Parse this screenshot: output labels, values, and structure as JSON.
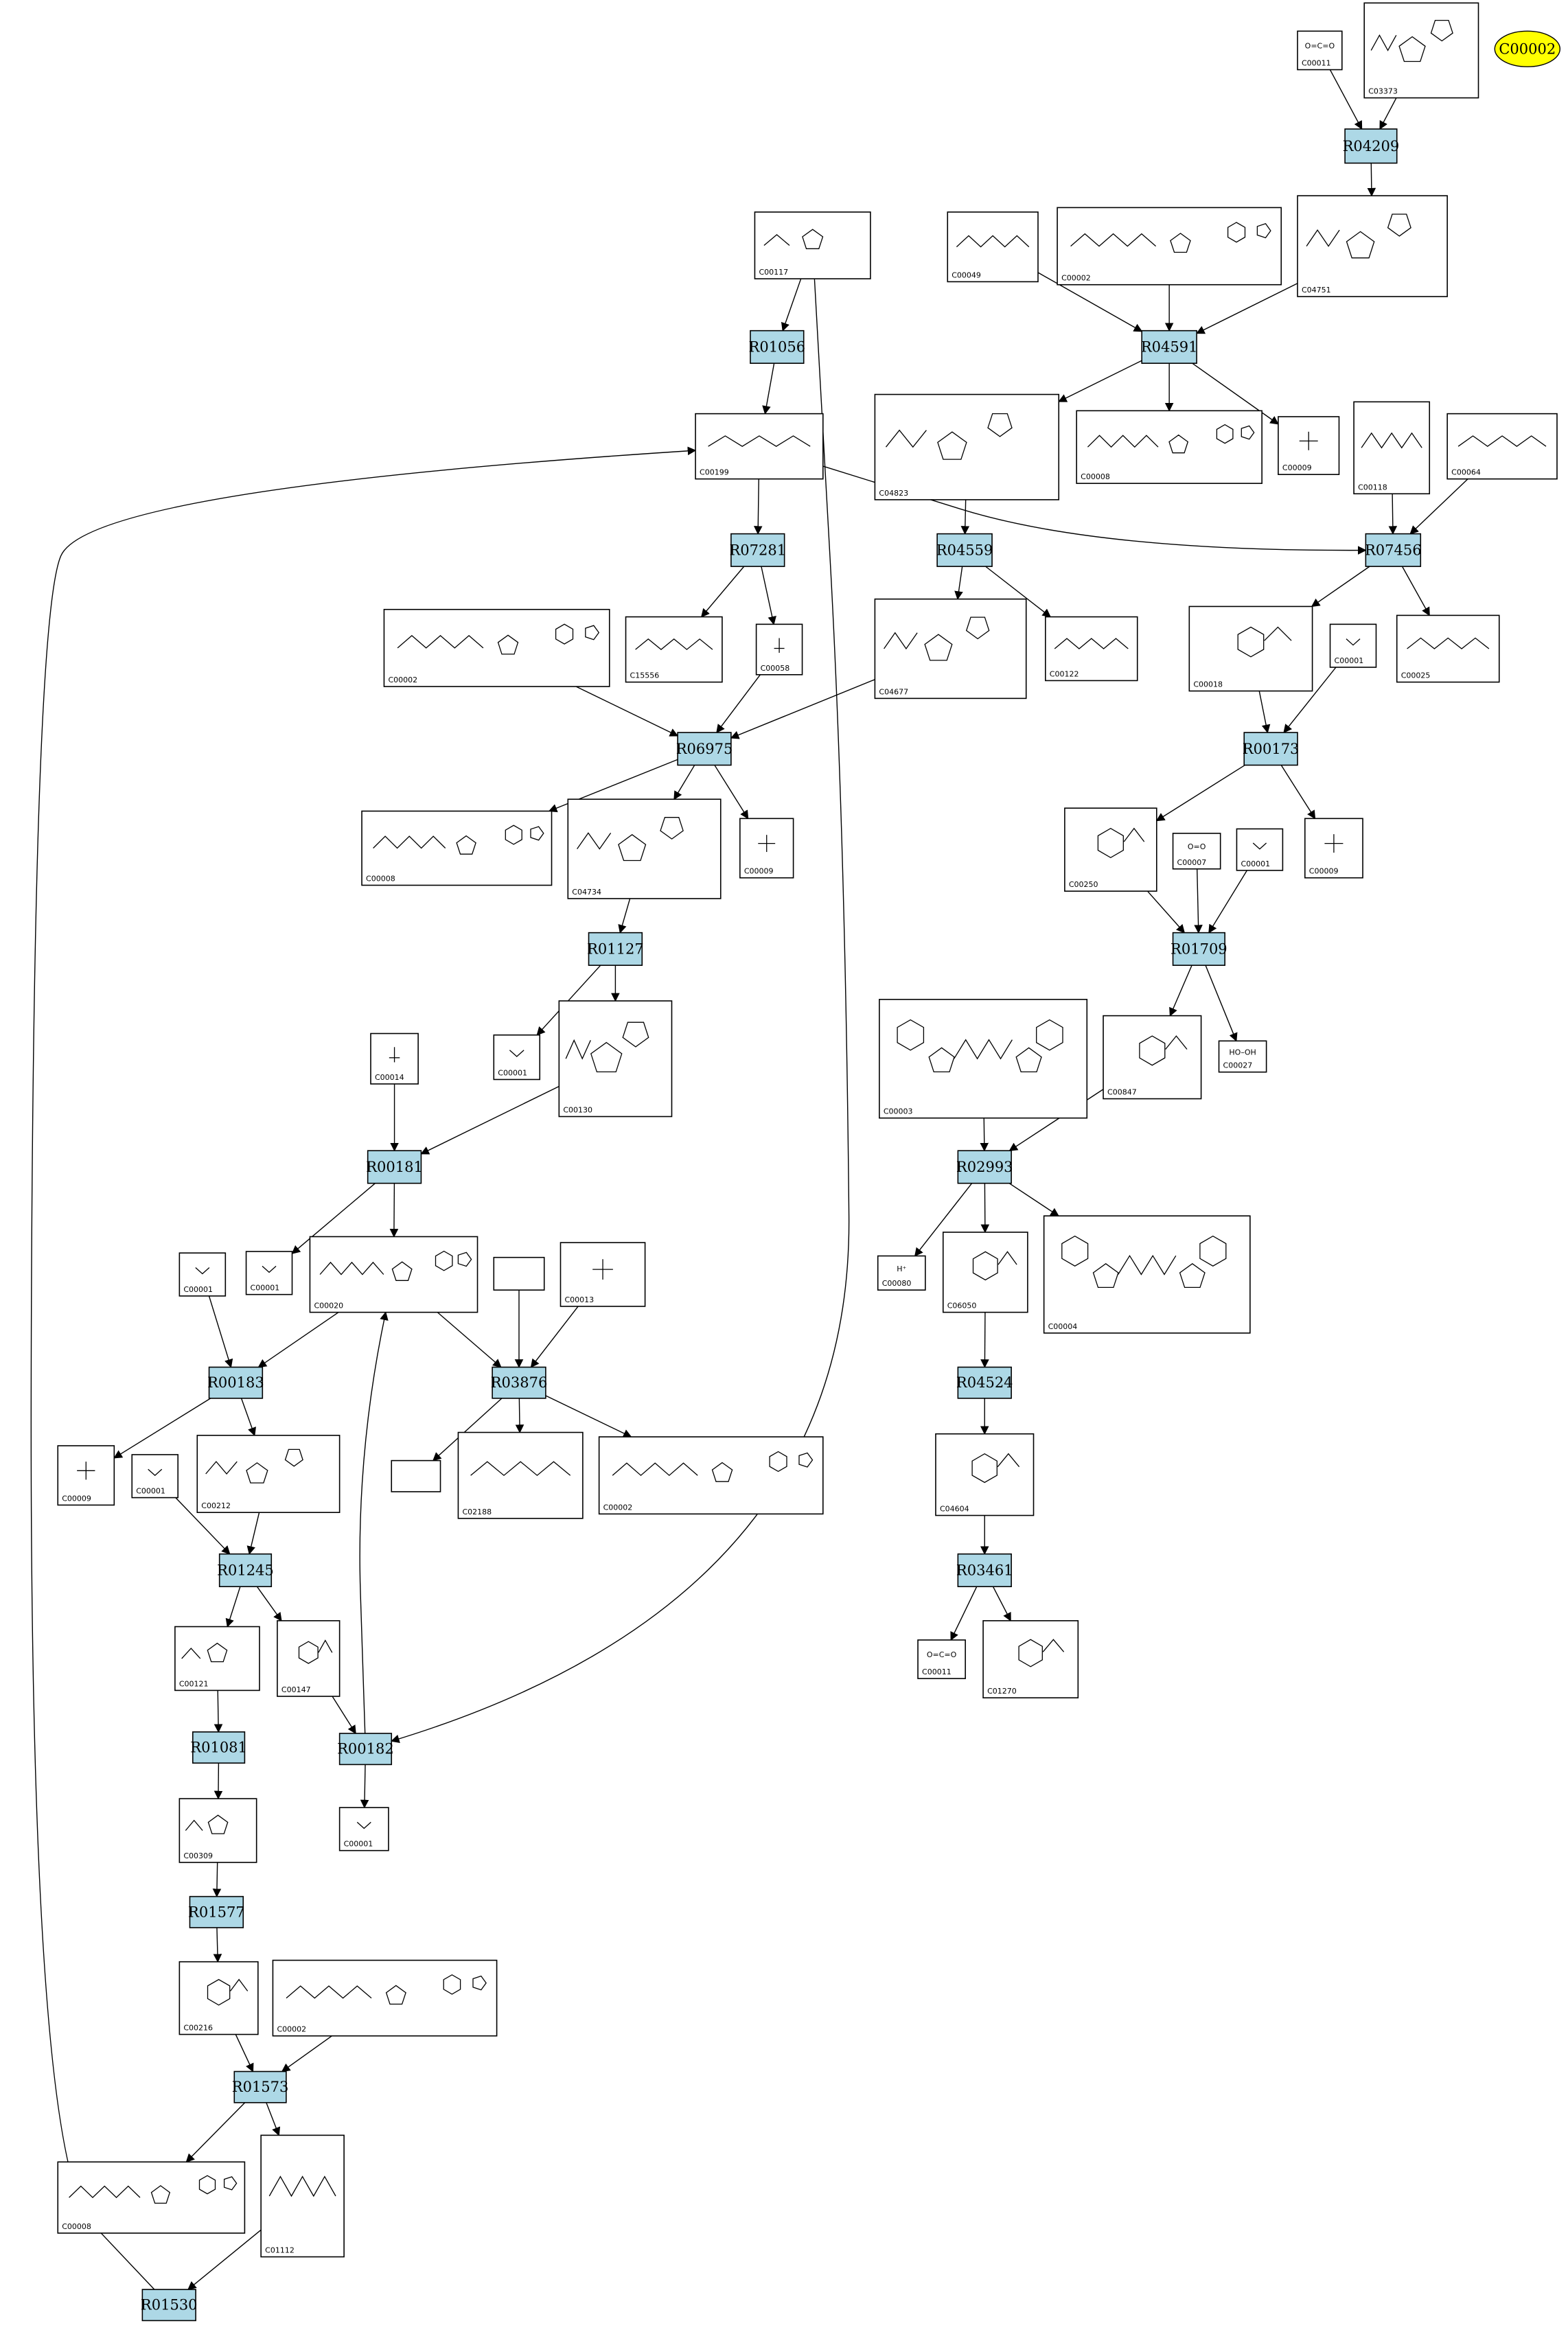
{
  "target": {
    "label": "C00002"
  },
  "reactions": [
    {
      "id": "r04209",
      "label": "R04209"
    },
    {
      "id": "r04591",
      "label": "R04591"
    },
    {
      "id": "r01056",
      "label": "R01056"
    },
    {
      "id": "r07281",
      "label": "R07281"
    },
    {
      "id": "r04559",
      "label": "R04559"
    },
    {
      "id": "r07456",
      "label": "R07456"
    },
    {
      "id": "r06975",
      "label": "R06975"
    },
    {
      "id": "r00173",
      "label": "R00173"
    },
    {
      "id": "r01127",
      "label": "R01127"
    },
    {
      "id": "r01709",
      "label": "R01709"
    },
    {
      "id": "r00181",
      "label": "R00181"
    },
    {
      "id": "r02993",
      "label": "R02993"
    },
    {
      "id": "r00183",
      "label": "R00183"
    },
    {
      "id": "r03876",
      "label": "R03876"
    },
    {
      "id": "r04524",
      "label": "R04524"
    },
    {
      "id": "r01245",
      "label": "R01245"
    },
    {
      "id": "r03461",
      "label": "R03461"
    },
    {
      "id": "r01081",
      "label": "R01081"
    },
    {
      "id": "r00182",
      "label": "R00182"
    },
    {
      "id": "r01577",
      "label": "R01577"
    },
    {
      "id": "r01573",
      "label": "R01573"
    },
    {
      "id": "r01530",
      "label": "R01530"
    }
  ],
  "compounds": [
    {
      "id": "c00011a",
      "label": "C00011"
    },
    {
      "id": "c03373",
      "label": "C03373"
    },
    {
      "id": "c04751",
      "label": "C04751"
    },
    {
      "id": "c00117",
      "label": "C00117"
    },
    {
      "id": "c00049",
      "label": "C00049"
    },
    {
      "id": "c00002a",
      "label": "C00002"
    },
    {
      "id": "c00199",
      "label": "C00199"
    },
    {
      "id": "c04823",
      "label": "C04823"
    },
    {
      "id": "c00008a",
      "label": "C00008"
    },
    {
      "id": "c00009a",
      "label": "C00009"
    },
    {
      "id": "c00118",
      "label": "C00118"
    },
    {
      "id": "c00064",
      "label": "C00064"
    },
    {
      "id": "c00002b",
      "label": "C00002"
    },
    {
      "id": "c15556",
      "label": "C15556"
    },
    {
      "id": "c00058",
      "label": "C00058"
    },
    {
      "id": "c04677",
      "label": "C04677"
    },
    {
      "id": "c00122",
      "label": "C00122"
    },
    {
      "id": "c00018",
      "label": "C00018"
    },
    {
      "id": "c00001a",
      "label": "C00001"
    },
    {
      "id": "c00025",
      "label": "C00025"
    },
    {
      "id": "c00008b",
      "label": "C00008"
    },
    {
      "id": "c04734",
      "label": "C04734"
    },
    {
      "id": "c00009b",
      "label": "C00009"
    },
    {
      "id": "c00250",
      "label": "C00250"
    },
    {
      "id": "c00007",
      "label": "C00007"
    },
    {
      "id": "c00001b",
      "label": "C00001"
    },
    {
      "id": "c00009c",
      "label": "C00009"
    },
    {
      "id": "c00014",
      "label": "C00014"
    },
    {
      "id": "c00001c",
      "label": "C00001"
    },
    {
      "id": "c00130",
      "label": "C00130"
    },
    {
      "id": "c00003",
      "label": "C00003"
    },
    {
      "id": "c00847",
      "label": "C00847"
    },
    {
      "id": "c00027",
      "label": "C00027"
    },
    {
      "id": "c00001d",
      "label": "C00001"
    },
    {
      "id": "c00001e",
      "label": "C00001"
    },
    {
      "id": "c00020",
      "label": "C00020"
    },
    {
      "id": "blank1",
      "label": ""
    },
    {
      "id": "c00013",
      "label": "C00013"
    },
    {
      "id": "c00080",
      "label": "C00080"
    },
    {
      "id": "c06050",
      "label": "C06050"
    },
    {
      "id": "c00004",
      "label": "C00004"
    },
    {
      "id": "c00009d",
      "label": "C00009"
    },
    {
      "id": "c00001f",
      "label": "C00001"
    },
    {
      "id": "c00212",
      "label": "C00212"
    },
    {
      "id": "blank2",
      "label": ""
    },
    {
      "id": "c02188",
      "label": "C02188"
    },
    {
      "id": "c00002c",
      "label": "C00002"
    },
    {
      "id": "c04604",
      "label": "C04604"
    },
    {
      "id": "c00121",
      "label": "C00121"
    },
    {
      "id": "c00147",
      "label": "C00147"
    },
    {
      "id": "c00011b",
      "label": "C00011"
    },
    {
      "id": "c01270",
      "label": "C01270"
    },
    {
      "id": "c00309",
      "label": "C00309"
    },
    {
      "id": "c00001g",
      "label": "C00001"
    },
    {
      "id": "c00216",
      "label": "C00216"
    },
    {
      "id": "c00002d",
      "label": "C00002"
    },
    {
      "id": "c00008c",
      "label": "C00008"
    },
    {
      "id": "c01112",
      "label": "C01112"
    }
  ],
  "structure_text": {
    "h_plus": "H⁺",
    "hydrogen_peroxide": "HO–OH",
    "oxygen": "O=O",
    "co2": "O=C=O"
  }
}
